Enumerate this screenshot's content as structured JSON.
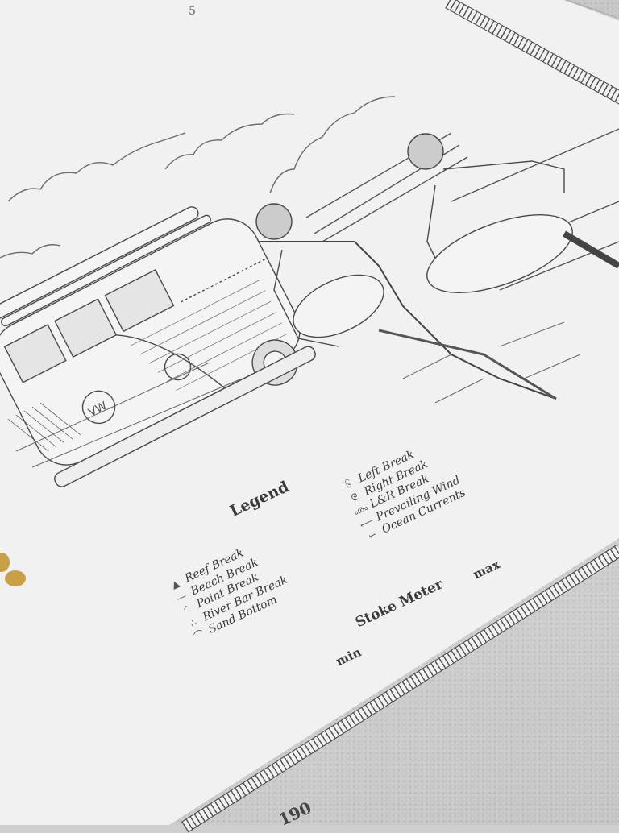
{
  "scene": {
    "description": "Angled photograph of a printed surf-guide book page showing a pencil illustration of a VW camper van with surfboards and two surfers, and a map legend",
    "colors": {
      "paper": "#f1f1f1",
      "ink": "#3a3a3a",
      "surface": "#c9c9c9",
      "gold_accent": "#c9a046"
    }
  },
  "top_fragment": {
    "text": "5"
  },
  "illustration": {
    "subject": "VW camper van with surfboards on roof rack, two surfers carrying boards on a beach",
    "van_badge": "VW"
  },
  "legend": {
    "title": "Legend",
    "left_items": [
      {
        "symbol": "▲",
        "icon": "reef-break-icon",
        "label": "Reef Break"
      },
      {
        "symbol": "—",
        "icon": "beach-break-icon",
        "label": "Beach Break"
      },
      {
        "symbol": "^",
        "icon": "point-break-icon",
        "label": "Point Break"
      },
      {
        "symbol": "∴",
        "icon": "river-bar-break-icon",
        "label": "River Bar Break"
      },
      {
        "symbol": "⌒",
        "icon": "sand-bottom-icon",
        "label": "Sand Bottom"
      }
    ],
    "right_items": [
      {
        "symbol": "၆",
        "icon": "left-break-icon",
        "label": "Left Break"
      },
      {
        "symbol": "ᘓ",
        "icon": "right-break-icon",
        "label": "Right Break"
      },
      {
        "symbol": "ൟ",
        "icon": "lr-break-icon",
        "label": "L&R Break"
      },
      {
        "symbol": "⟵",
        "icon": "prevailing-wind-icon",
        "label": "Prevailing Wind"
      },
      {
        "symbol": "←",
        "icon": "ocean-currents-icon",
        "label": "Ocean Currents"
      }
    ]
  },
  "stoke_meter": {
    "title": "Stoke Meter",
    "min_label": "min",
    "max_label": "max"
  },
  "page_number": "190"
}
